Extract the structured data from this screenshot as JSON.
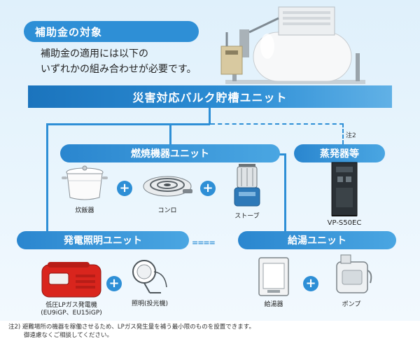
{
  "title": "補助金の対象",
  "intro": {
    "line1": "補助金の適用には以下の",
    "line2": "いずれかの組み合わせが必要です。"
  },
  "bulk_unit": "災害対応バルク貯槽ユニット",
  "note2_mark": "注2",
  "combustion_unit": {
    "label": "燃焼機器ユニット",
    "items": [
      "炊飯器",
      "コンロ",
      "ストーブ"
    ]
  },
  "vaporizer": {
    "label": "蒸発器等",
    "model": "VP-S50EC"
  },
  "power_lighting_unit": {
    "label": "発電照明ユニット",
    "generator_line1": "低圧LPガス発電機",
    "generator_line2": "(EU9iGP、EU15iGP)",
    "lighting": "照明(投光機)"
  },
  "equals_sign": "====",
  "hot_water_unit": {
    "label": "給湯ユニット",
    "items": [
      "給湯器",
      "ポンプ"
    ]
  },
  "plus": "+",
  "footnote": {
    "line1": "注2) 避難場所の機器を稼働させるため、LPガス発生量を補う最小限のものを設置できます。",
    "line2": "御遠慮なくご相談してください。"
  },
  "colors": {
    "accent": "#2e8fd6",
    "accent_dark": "#1b74bd",
    "background": "#e4f2fc",
    "generator_red": "#d9251d"
  }
}
